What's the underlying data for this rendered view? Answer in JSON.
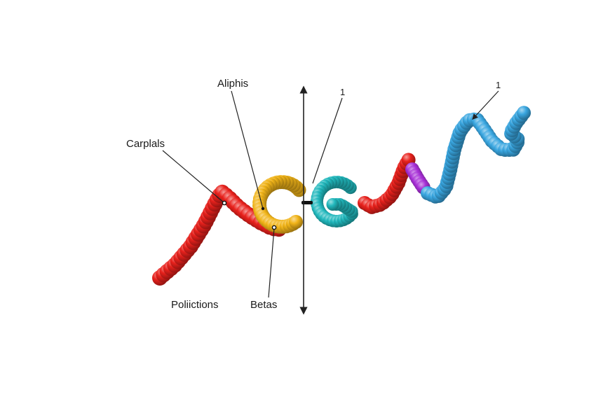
{
  "diagram": {
    "labels": {
      "aliphis": "Aliphis",
      "carplals": "Carplals",
      "polictions": "Poliictions",
      "betas": "Betas",
      "one_left": "1",
      "one_right": "1"
    },
    "colors": {
      "red": "#e8211c",
      "yellow": "#f1b418",
      "teal": "#21b8bd",
      "purple": "#a72fd6",
      "blue": "#39a6e0",
      "line": "#222222"
    }
  }
}
